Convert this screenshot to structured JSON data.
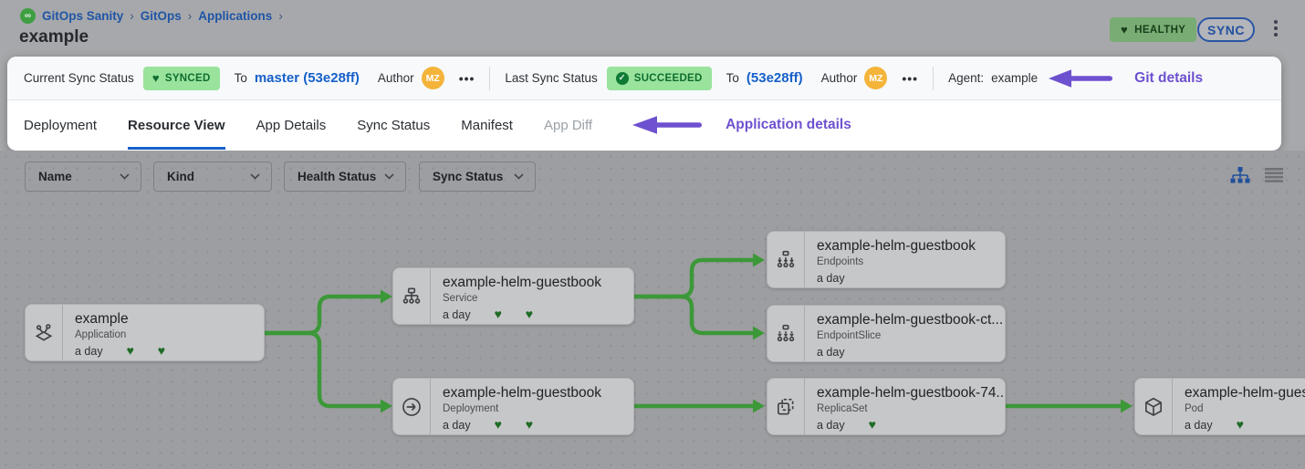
{
  "icons": {
    "infinity": "∞",
    "heart": "♥",
    "check": "✓",
    "more": "•••",
    "breadcrumb_sep": "›"
  },
  "colors": {
    "accent_blue": "#1660c9",
    "edge_green": "#3c9838",
    "annotation_purple": "#6e51cf",
    "badge_green_bg": "#99e39c",
    "healthy_badge_bg": "#79ac74",
    "avatar_orange": "#f4b43a"
  },
  "breadcrumb": {
    "items": [
      "GitOps Sanity",
      "GitOps",
      "Applications"
    ]
  },
  "page": {
    "title": "example"
  },
  "header": {
    "health_badge": "HEALTHY",
    "sync_button": "SYNC"
  },
  "sync_bar": {
    "current": {
      "label": "Current Sync Status",
      "status": "SYNCED",
      "to_label": "To",
      "revision": "master (53e28ff)",
      "author_label": "Author",
      "avatar": "MZ"
    },
    "last": {
      "label": "Last Sync Status",
      "status": "SUCCEEDED",
      "to_label": "To",
      "revision": "(53e28ff)",
      "author_label": "Author",
      "avatar": "MZ"
    },
    "agent_label": "Agent:",
    "agent_value": "example",
    "annotation": "Git details"
  },
  "tabs": {
    "items": [
      {
        "label": "Deployment"
      },
      {
        "label": "Resource View"
      },
      {
        "label": "App Details"
      },
      {
        "label": "Sync Status"
      },
      {
        "label": "Manifest"
      },
      {
        "label": "App Diff"
      }
    ],
    "annotation": "Application details"
  },
  "filters": {
    "name": "Name",
    "kind": "Kind",
    "health": "Health Status",
    "sync": "Sync Status"
  },
  "graph": {
    "nodes": [
      {
        "title": "example",
        "kind": "Application",
        "age": "a day",
        "hearts": "♥ ♥"
      },
      {
        "title": "example-helm-guestbook",
        "kind": "Service",
        "age": "a day",
        "hearts": "♥ ♥"
      },
      {
        "title": "example-helm-guestbook",
        "kind": "Deployment",
        "age": "a day",
        "hearts": "♥ ♥"
      },
      {
        "title": "example-helm-guestbook",
        "kind": "Endpoints",
        "age": "a day",
        "hearts": ""
      },
      {
        "title": "example-helm-guestbook-ct...",
        "kind": "EndpointSlice",
        "age": "a day",
        "hearts": ""
      },
      {
        "title": "example-helm-guestbook-74...",
        "kind": "ReplicaSet",
        "age": "a day",
        "hearts": "♥"
      },
      {
        "title": "example-helm-guest",
        "kind": "Pod",
        "age": "a day",
        "hearts": "♥"
      }
    ]
  }
}
